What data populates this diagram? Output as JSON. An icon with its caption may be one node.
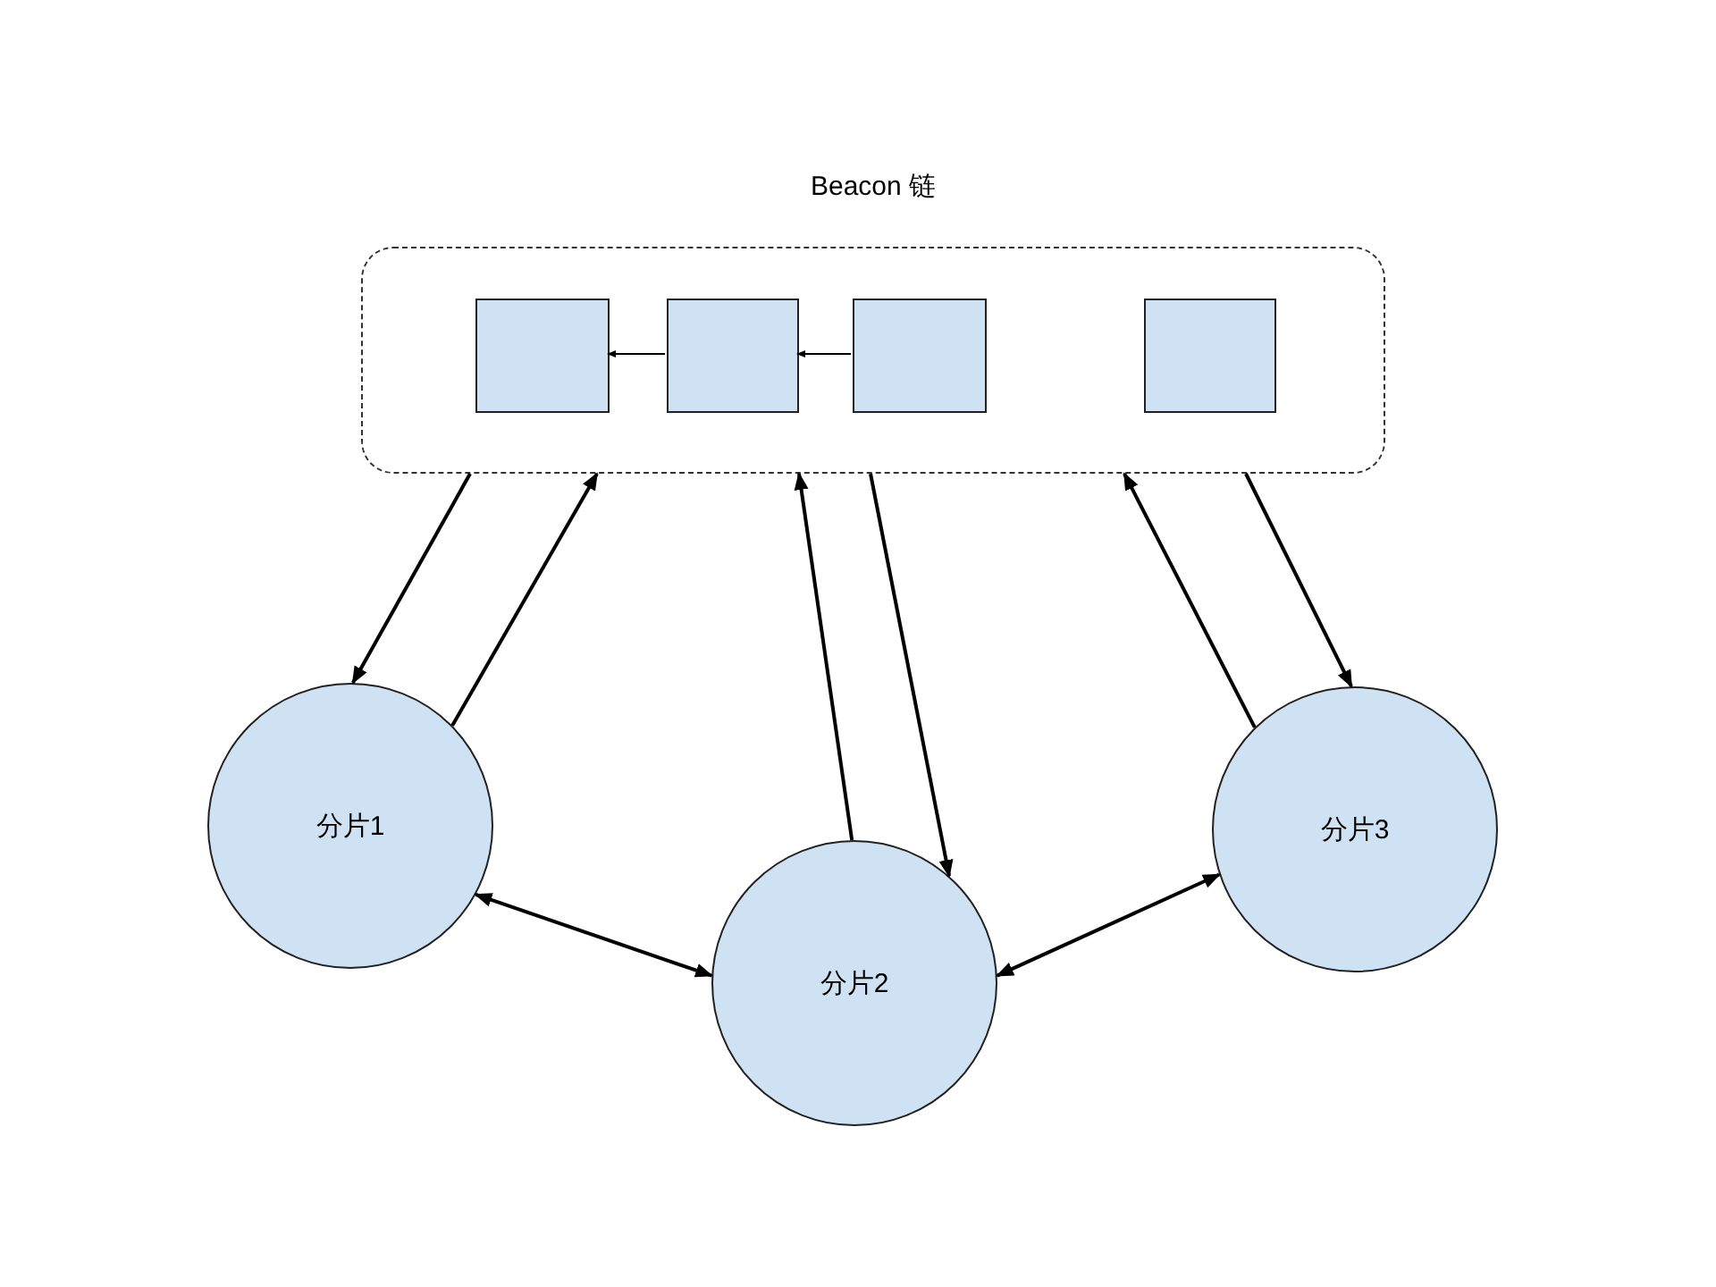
{
  "diagram": {
    "nodes": [
      {
        "text": [
          "Beacon 链"
        ]
      },
      {
        "text": [],
        "shape": "box",
        "in": 0
      },
      {
        "text": [],
        "shape": "box",
        "in": 0
      },
      {
        "text": [],
        "shape": "box",
        "in": 0
      },
      {
        "text": [],
        "shape": "box",
        "in": 0
      },
      {
        "text": [
          "分片1"
        ]
      },
      {
        "text": [
          "分片2"
        ]
      },
      {
        "text": [
          "分片3"
        ]
      }
    ],
    "edges": [
      {
        "from": 2,
        "to": 1,
        "arrow": "to"
      },
      {
        "from": 3,
        "to": 2,
        "arrow": "to"
      },
      {
        "from": 0,
        "to": 5,
        "arrow": "to"
      },
      {
        "from": 5,
        "to": 0,
        "arrow": "to"
      },
      {
        "from": 6,
        "to": 0,
        "arrow": "to"
      },
      {
        "from": 0,
        "to": 6,
        "arrow": "to"
      },
      {
        "from": 7,
        "to": 0,
        "arrow": "to"
      },
      {
        "from": 0,
        "to": 7,
        "arrow": "to"
      },
      {
        "from": 5,
        "to": 6,
        "arrow": "both"
      },
      {
        "from": 6,
        "to": 7,
        "arrow": "both"
      }
    ]
  }
}
